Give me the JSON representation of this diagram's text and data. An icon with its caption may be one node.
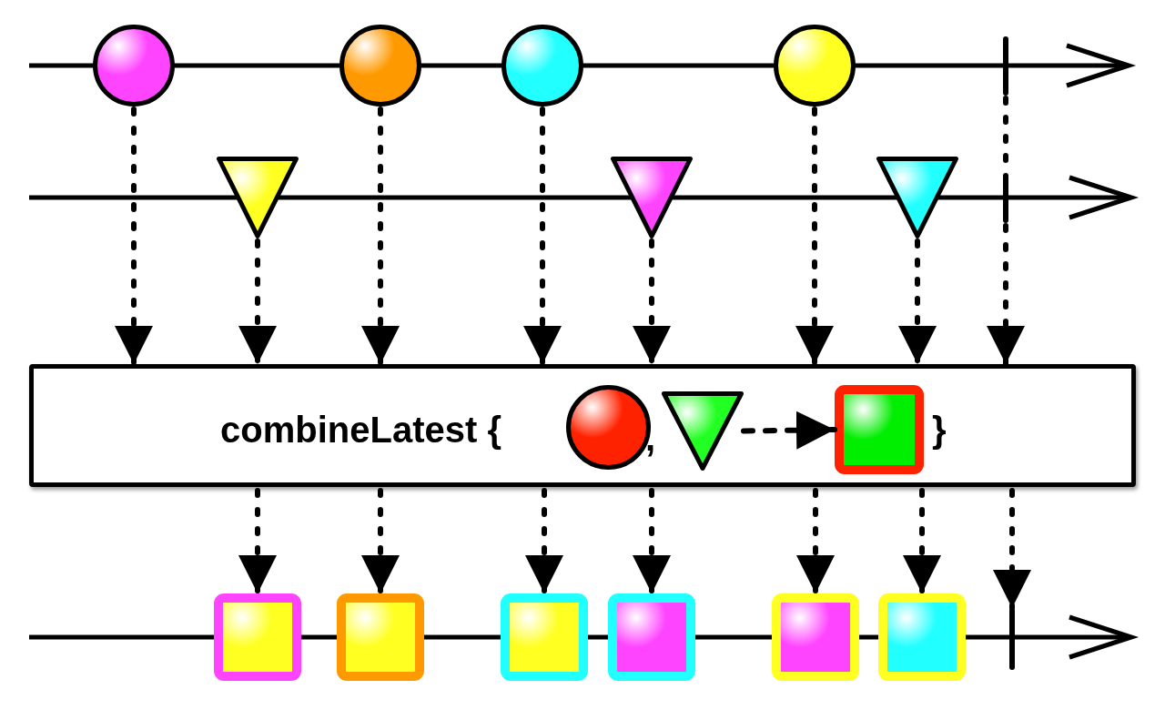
{
  "diagram": {
    "nodes": [
      {
        "text": [],
        "shape": "circle"
      },
      {
        "text": [],
        "shape": "circle"
      },
      {
        "text": [],
        "shape": "circle"
      },
      {
        "text": [],
        "shape": "circle"
      },
      {
        "text": [],
        "shape": "bar"
      },
      {
        "text": [],
        "shape": "triangle"
      },
      {
        "text": [],
        "shape": "triangle"
      },
      {
        "text": [],
        "shape": "triangle"
      },
      {
        "text": [],
        "shape": "bar"
      },
      {
        "text": [
          "combineLatest {",
          ",",
          "}"
        ]
      },
      {
        "text": [],
        "shape": "circle",
        "in": 9
      },
      {
        "text": [],
        "shape": "triangle",
        "in": 9
      },
      {
        "text": [],
        "shape": "box",
        "in": 9
      },
      {
        "text": [],
        "shape": "box"
      },
      {
        "text": [],
        "shape": "box"
      },
      {
        "text": [],
        "shape": "box"
      },
      {
        "text": [],
        "shape": "box"
      },
      {
        "text": [],
        "shape": "box"
      },
      {
        "text": [],
        "shape": "box"
      },
      {
        "text": [],
        "shape": "bar"
      }
    ],
    "edges": [
      {
        "from": 0,
        "to": 9,
        "arrow": "to"
      },
      {
        "from": 5,
        "to": 9,
        "arrow": "to"
      },
      {
        "from": 1,
        "to": 9,
        "arrow": "to"
      },
      {
        "from": 2,
        "to": 9,
        "arrow": "to"
      },
      {
        "from": 6,
        "to": 9,
        "arrow": "to"
      },
      {
        "from": 3,
        "to": 9,
        "arrow": "to"
      },
      {
        "from": 7,
        "to": 9,
        "arrow": "to"
      },
      {
        "from": 4,
        "to": 8,
        "arrow": "none"
      },
      {
        "from": 8,
        "to": 9,
        "arrow": "to"
      },
      {
        "from": 11,
        "to": 12,
        "arrow": "to",
        "style": "dashed"
      },
      {
        "from": 9,
        "to": 13,
        "arrow": "to"
      },
      {
        "from": 9,
        "to": 14,
        "arrow": "to"
      },
      {
        "from": 9,
        "to": 15,
        "arrow": "to"
      },
      {
        "from": 9,
        "to": 16,
        "arrow": "to"
      },
      {
        "from": 9,
        "to": 17,
        "arrow": "to"
      },
      {
        "from": 9,
        "to": 18,
        "arrow": "to"
      },
      {
        "from": 9,
        "to": 19,
        "arrow": "to"
      }
    ]
  }
}
